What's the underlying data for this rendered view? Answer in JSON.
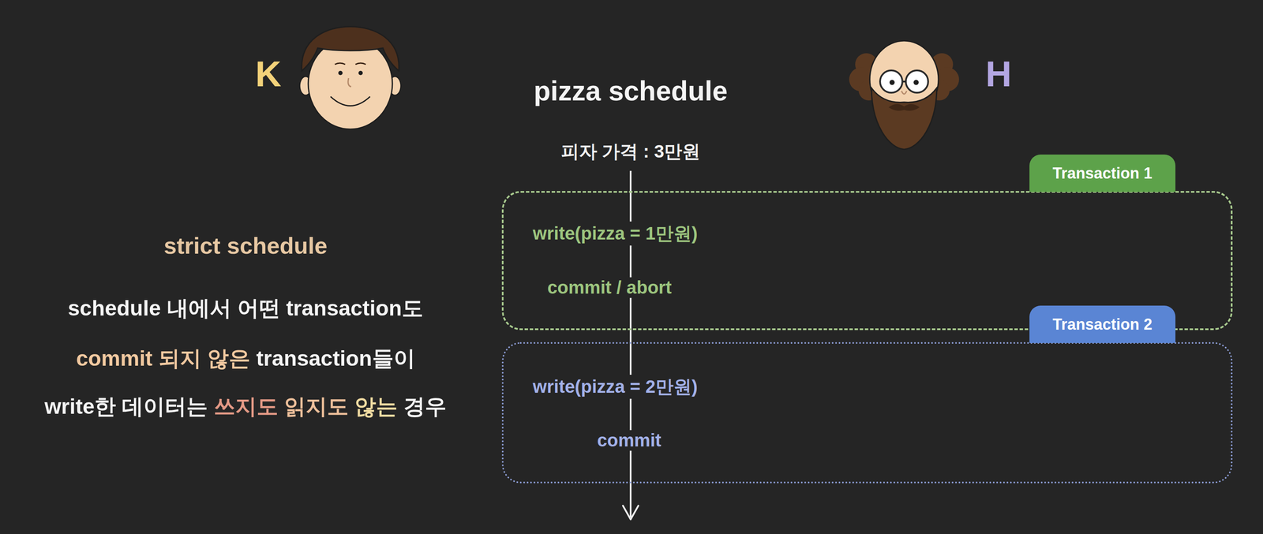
{
  "diagram": {
    "title": "pizza schedule",
    "nodes": [
      {
        "text": [
          "Transaction 1",
          "write(pizza = 1만원)",
          "commit / abort"
        ]
      },
      {
        "text": [
          "Transaction 2",
          "write(pizza = 2만원)",
          "commit"
        ]
      }
    ],
    "labels": [
      "K",
      "H",
      "피자 가격 : 3만원",
      "strict schedule",
      "schedule 내에서 어떤 transaction도",
      "commit 되지 않은",
      "transaction들이",
      "write한 데이터는",
      "쓰지도",
      "읽지도",
      "않는",
      "경우"
    ]
  }
}
